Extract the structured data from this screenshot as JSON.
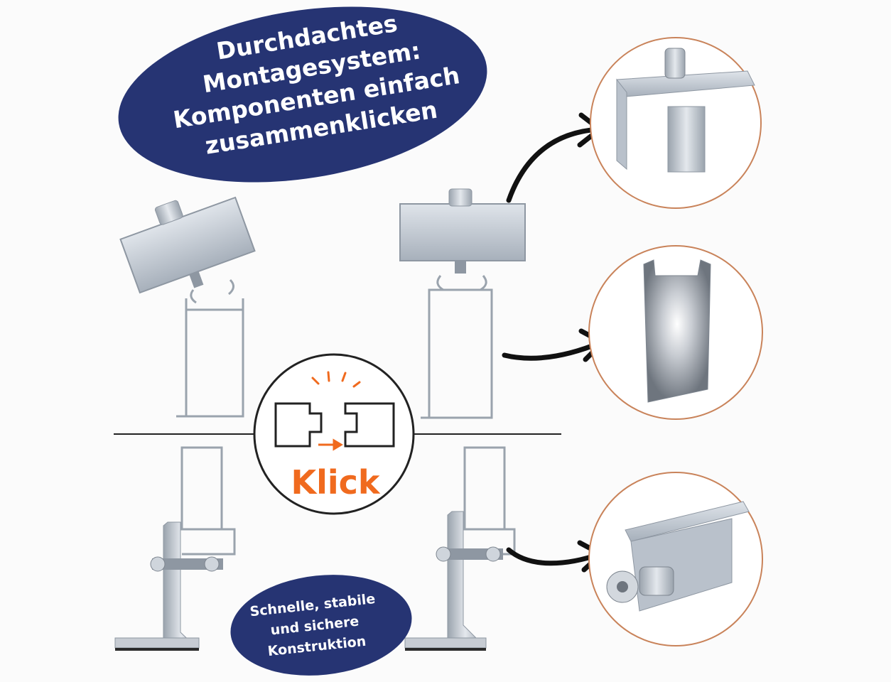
{
  "headline": {
    "lines": [
      "Durchdachtes",
      "Montagesystem:",
      "Komponenten einfach",
      "zusammenklicken"
    ]
  },
  "click_badge": {
    "label": "Klick"
  },
  "footer_bubble": {
    "lines": [
      "Schnelle, stabile",
      "und sichere",
      "Konstruktion"
    ]
  },
  "colors": {
    "navy": "#263473",
    "accent_orange": "#f06a1e",
    "circle_border": "#c9835a",
    "metal": "#b9c1cb",
    "outline": "#9aa3ad"
  },
  "icons": {
    "arrow": "curved-arrow-icon",
    "klick": "puzzle-connect-icon"
  }
}
